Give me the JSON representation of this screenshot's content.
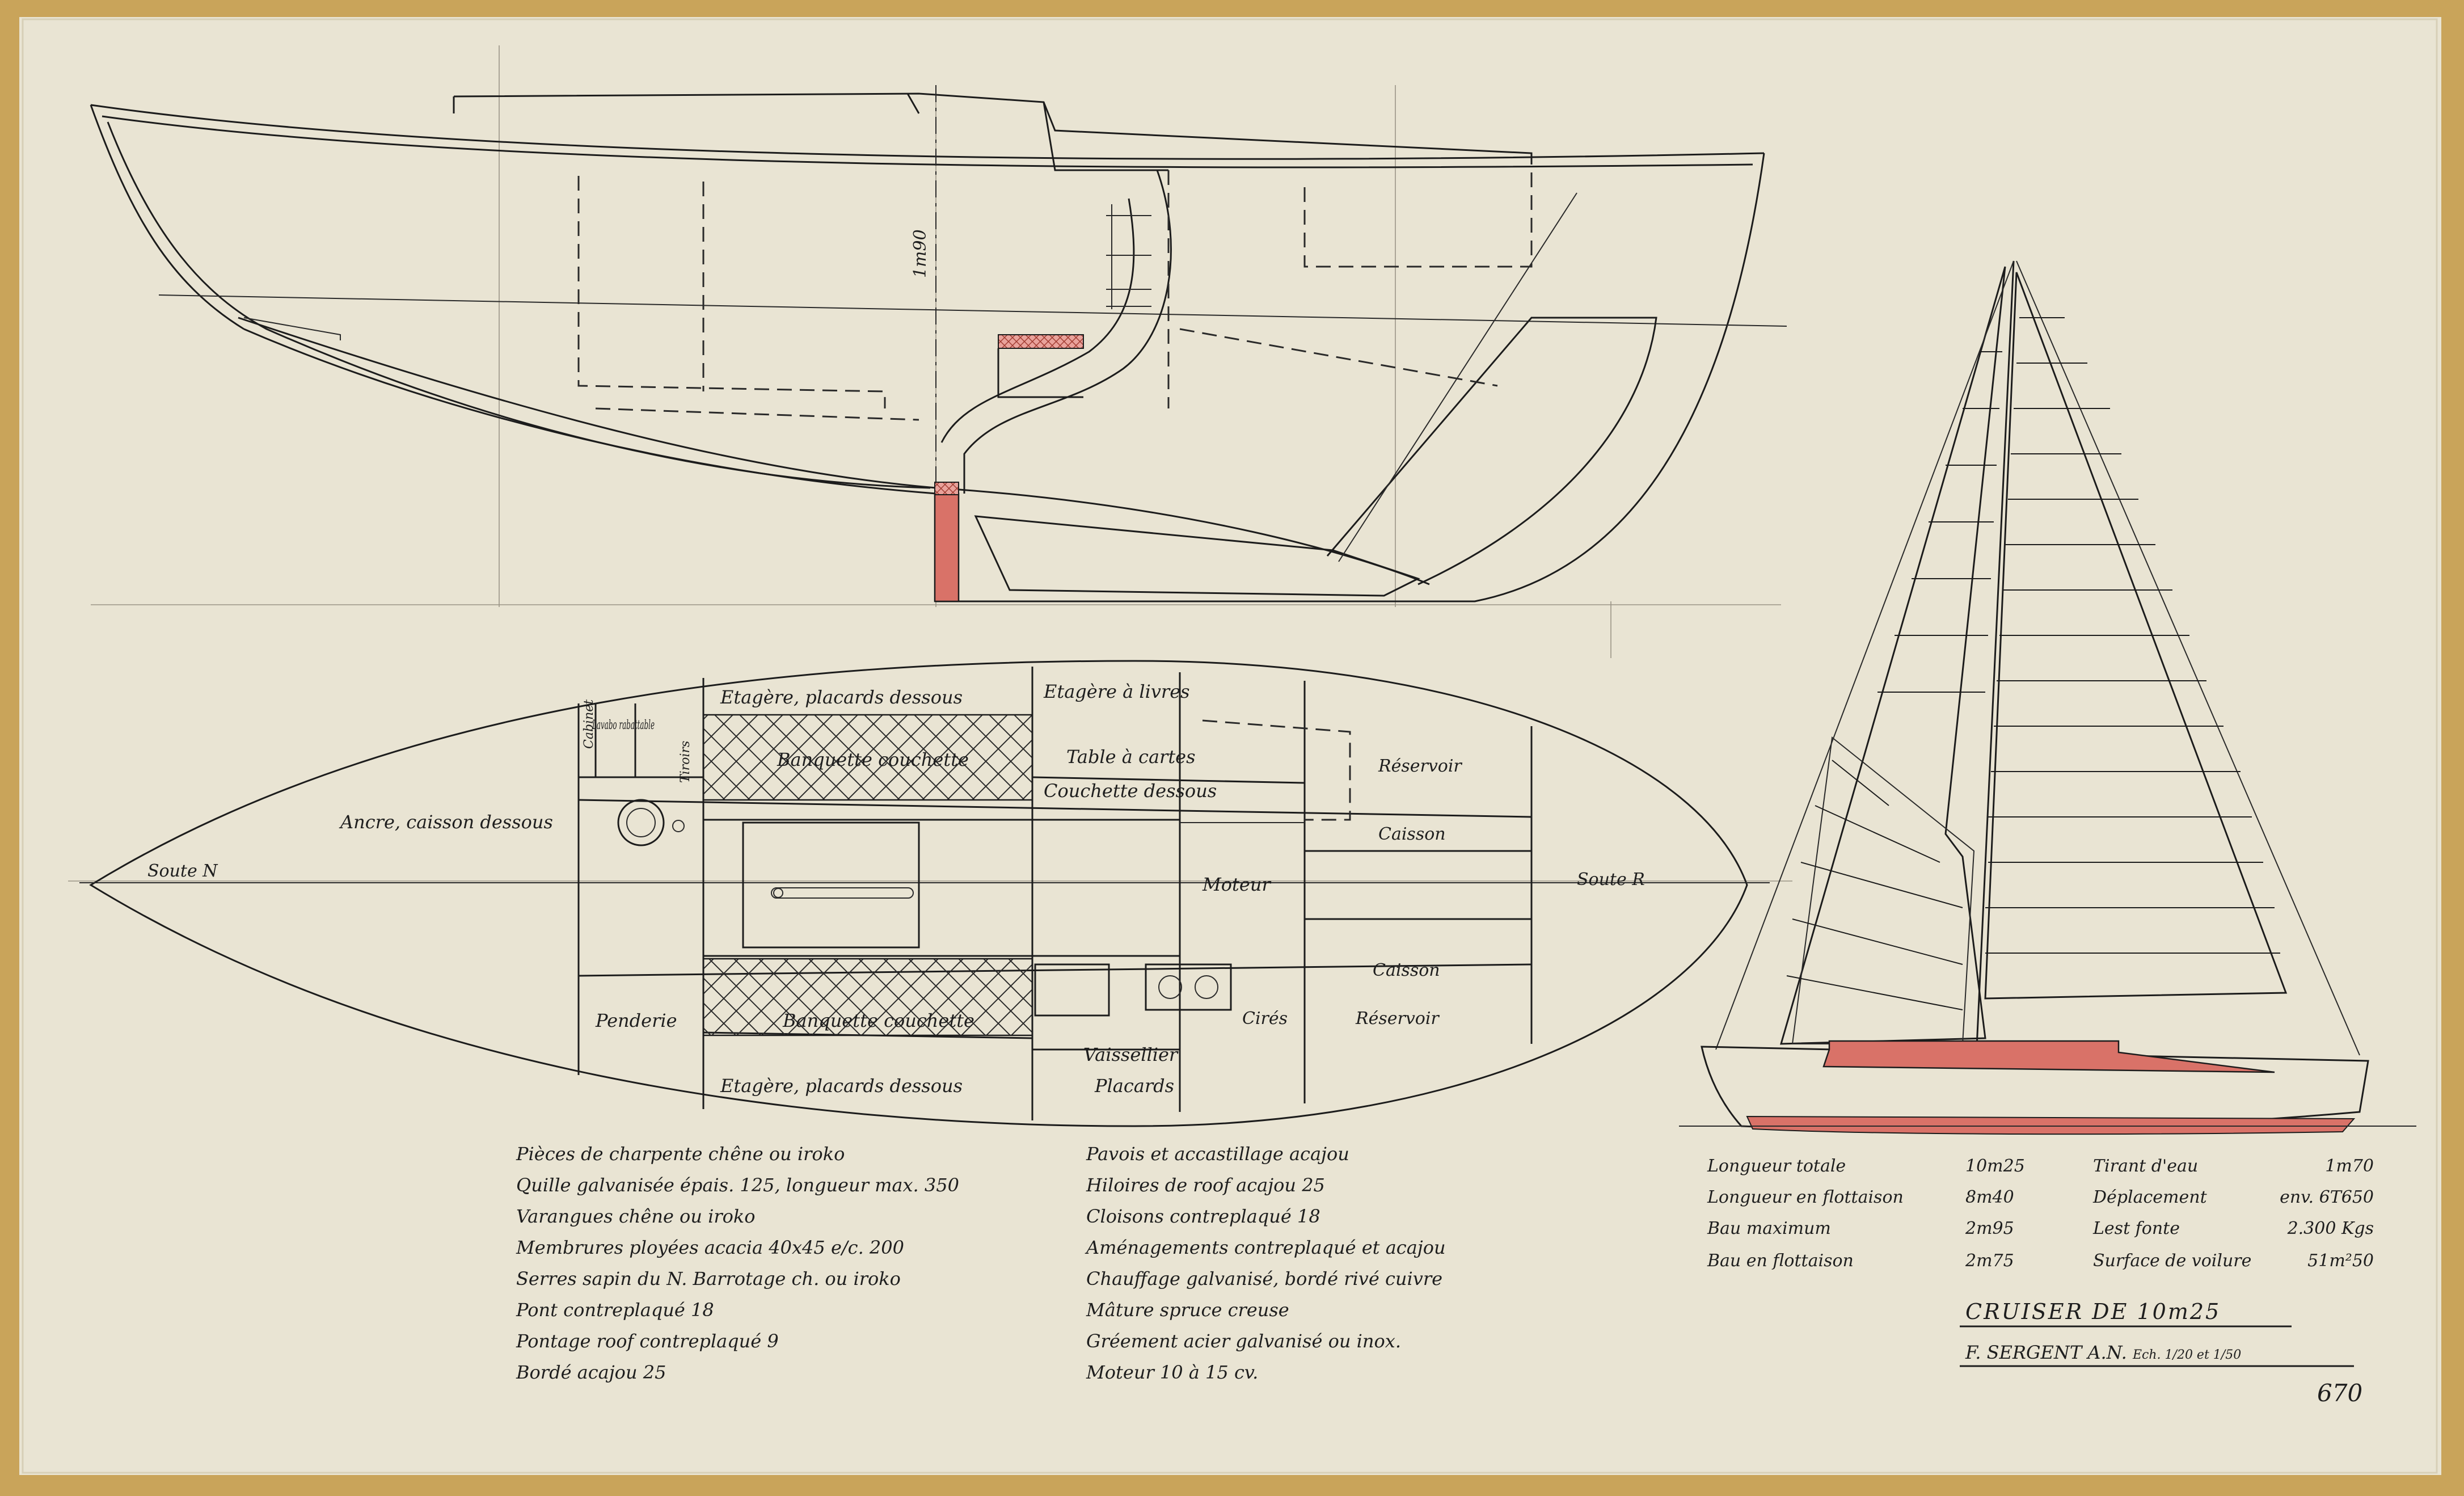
{
  "profile": {
    "height_mark": "1m90"
  },
  "plan": {
    "labels": {
      "soute_av": "Soute N",
      "soute_ar": "Soute R",
      "etagere_top": "Etagère, placards dessous",
      "etagere_livres": "Etagère à livres",
      "lavabo": "Lavabo rabattable",
      "tiroirs": "Tiroirs",
      "cabinet": "Cabinet",
      "banquette_top": "Banquette couchette",
      "table_cartes": "Table à cartes",
      "couchette": "Couchette dessous",
      "reservoir_top": "Réservoir",
      "caisson_top": "Caisson",
      "ancre": "Ancre, caisson dessous",
      "moteur": "Moteur",
      "caisson_bottom": "Caisson",
      "penderie": "Penderie",
      "banquette_bottom": "Banquette couchette",
      "cires": "Cirés",
      "reservoir_bottom": "Réservoir",
      "vaissellier": "Vaissellier",
      "placards": "Placards",
      "etagere_bottom": "Etagère, placards dessous"
    }
  },
  "notes_left": [
    "Pièces de charpente chêne ou iroko",
    "Quille galvanisée épais. 125, longueur max. 350",
    "Varangues chêne ou iroko",
    "Membrures ployées acacia 40x45 e/c. 200",
    "Serres sapin du N. Barrotage ch. ou iroko",
    "Pont contreplaqué 18",
    "Pontage roof contreplaqué 9",
    "Bordé acajou 25"
  ],
  "notes_right": [
    "Pavois et accastillage acajou",
    "Hiloires de roof acajou 25",
    "Cloisons contreplaqué 18",
    "Aménagements contreplaqué et acajou",
    "Chauffage galvanisé, bordé rivé cuivre",
    "Mâture spruce creuse",
    "Gréement acier galvanisé ou inox.",
    "Moteur 10 à 15 cv."
  ],
  "specs_left": [
    {
      "label": "Longueur totale",
      "value": "10m25"
    },
    {
      "label": "Longueur en flottaison",
      "value": "8m40"
    },
    {
      "label": "Bau maximum",
      "value": "2m95"
    },
    {
      "label": "Bau en flottaison",
      "value": "2m75"
    }
  ],
  "specs_right": [
    {
      "label": "Tirant d'eau",
      "value": "1m70"
    },
    {
      "label": "Déplacement",
      "value": "env. 6T650"
    },
    {
      "label": "Lest fonte",
      "value": "2.300 Kgs"
    },
    {
      "label": "Surface de voilure",
      "value": "51m²50"
    }
  ],
  "title": {
    "name": "CRUISER DE 10m25",
    "author": "F. SERGENT A.N.",
    "scale": "Ech. 1/20 et 1/50"
  },
  "sheet_number": "670",
  "colors": {
    "paper": "#e9e4d3",
    "ink": "#1c1c1c",
    "red_wash": "#d97268",
    "tape": "#c9a45a"
  }
}
